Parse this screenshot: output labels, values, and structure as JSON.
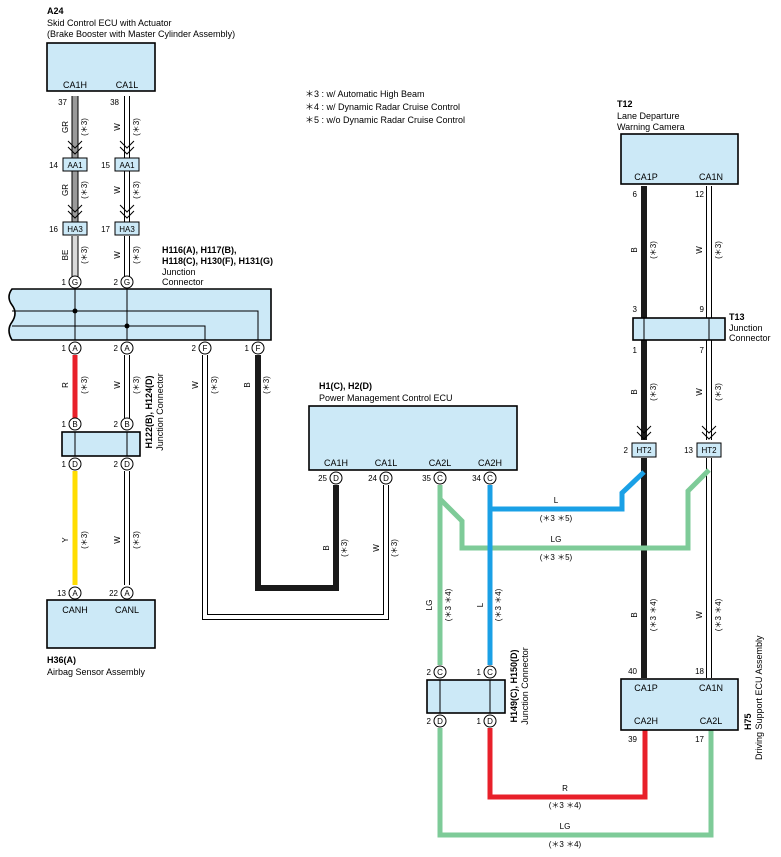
{
  "colors": {
    "box_fill": "#cce9f7",
    "gray": "#9a9a9a",
    "red": "#e8202a",
    "yellow": "#ffdd00",
    "blue": "#1aa0e6",
    "green": "#7ecb98",
    "black": "#1a1a1a",
    "white_wire": "#ffffff"
  },
  "notes": [
    "＊3 : w/ Automatic High Beam",
    "＊4 : w/ Dynamic Radar Cruise Control",
    "＊5 : w/o Dynamic Radar Cruise Control"
  ],
  "components": {
    "a24": {
      "code": "A24",
      "name1": "Skid Control ECU with Actuator",
      "name2": "(Brake Booster with Master Cylinder Assembly)",
      "pin_ca1h": "CA1H",
      "pin_ca1l": "CA1L",
      "num_ca1h": "37",
      "num_ca1l": "38"
    },
    "aa1": {
      "label": "AA1",
      "num_gr": "14",
      "num_w": "15"
    },
    "ha3": {
      "label": "HA3",
      "num_gr": "16",
      "num_w": "17"
    },
    "h116": {
      "codes1": "H116(A), H117(B),",
      "codes2": "H118(C), H130(F), H131(G)",
      "name1": "Junction",
      "name2": "Connector",
      "top_num1": "1",
      "top_num2": "2",
      "top_pin": "G",
      "bot_num1": "1",
      "bot_num2": "2",
      "bot_num3": "2",
      "bot_num4": "1",
      "bot_pin_a": "A",
      "bot_pin_f": "F"
    },
    "h122": {
      "codes": "H122(B), H124(D)",
      "name": "Junction Connector",
      "num_1b": "1",
      "num_2b": "2",
      "num_1d": "1",
      "num_2d": "2",
      "pin_b": "B",
      "pin_d": "D"
    },
    "h36": {
      "code": "H36(A)",
      "name": "Airbag Sensor Assembly",
      "pin_canh": "CANH",
      "pin_canl": "CANL",
      "num_canh": "13",
      "num_canl": "22",
      "pin": "A"
    },
    "h1": {
      "codes": "H1(C), H2(D)",
      "name": "Power Management Control ECU",
      "pin_ca1h": "CA1H",
      "pin_ca1l": "CA1L",
      "pin_ca2l": "CA2L",
      "pin_ca2h": "CA2H",
      "num_ca1h": "25",
      "num_ca1l": "24",
      "num_ca2l": "35",
      "num_ca2h": "34",
      "pin_d": "D",
      "pin_c": "C"
    },
    "t12": {
      "code": "T12",
      "name1": "Lane Departure",
      "name2": "Warning Camera",
      "pin_ca1p": "CA1P",
      "pin_ca1n": "CA1N",
      "num_ca1p": "6",
      "num_ca1n": "12"
    },
    "t13": {
      "code": "T13",
      "name1": "Junction",
      "name2": "Connector",
      "num_top_b": "3",
      "num_top_w": "9",
      "num_bot_b": "1",
      "num_bot_w": "7"
    },
    "ht2": {
      "label": "HT2",
      "num_b": "2",
      "num_w": "13"
    },
    "h149": {
      "codes": "H149(C), H150(D)",
      "name": "Junction Connector",
      "num_2c": "2",
      "num_1c": "1",
      "num_2d": "2",
      "num_1d": "1",
      "pin_c": "C",
      "pin_d": "D"
    },
    "h75": {
      "code": "H75",
      "name": "Driving Support ECU Assembly",
      "pin_ca1p": "CA1P",
      "pin_ca1n": "CA1N",
      "pin_ca2h": "CA2H",
      "pin_ca2l": "CA2L",
      "num_ca1p": "40",
      "num_ca1n": "18",
      "num_ca2h": "39",
      "num_ca2l": "17"
    }
  },
  "wire_labels": {
    "gr": "GR",
    "w": "W",
    "be": "BE",
    "r": "R",
    "y": "Y",
    "b": "B",
    "l": "L",
    "lg": "LG",
    "n3": "(＊3)",
    "n3n4": "(＊3 ＊4)",
    "n3n5": "(＊3 ＊5)"
  }
}
